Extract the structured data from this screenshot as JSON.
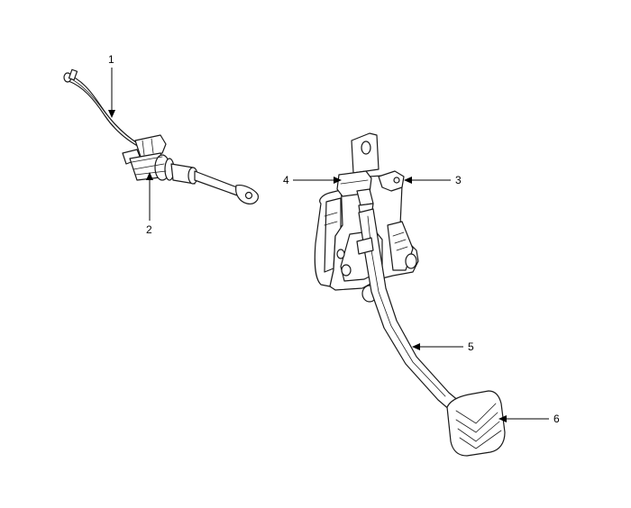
{
  "callouts": [
    {
      "id": "1",
      "part": "clutch-hose"
    },
    {
      "id": "2",
      "part": "clutch-master-cylinder"
    },
    {
      "id": "3",
      "part": "pedal-bracket"
    },
    {
      "id": "4",
      "part": "clutch-pedal-switch"
    },
    {
      "id": "5",
      "part": "clutch-pedal-arm"
    },
    {
      "id": "6",
      "part": "pedal-pad"
    }
  ],
  "colors": {
    "line": "#1a1a1a",
    "background": "#ffffff"
  }
}
